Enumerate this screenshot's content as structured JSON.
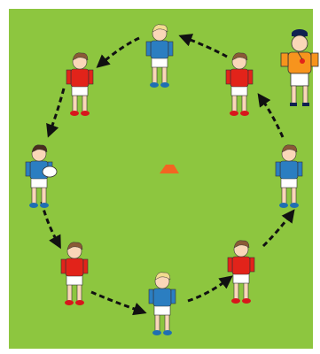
{
  "pitch": {
    "grass_color": "#8dc63f",
    "border_color": "#ffffff"
  },
  "centre_marker": {
    "icon": "cone-icon",
    "color": "#f26522"
  },
  "players": [
    {
      "id": "player-top-centre",
      "team": "blue",
      "pose": "standing",
      "hair": "#f2dc8f"
    },
    {
      "id": "player-top-left",
      "team": "red",
      "pose": "standing",
      "hair": "#8a5a36"
    },
    {
      "id": "player-top-right",
      "team": "red",
      "pose": "standing",
      "hair": "#8a5a36"
    },
    {
      "id": "player-left-runner",
      "team": "blue",
      "pose": "running-with-ball",
      "hair": "#4a2f1e"
    },
    {
      "id": "player-right",
      "team": "blue",
      "pose": "standing",
      "hair": "#8a5a36"
    },
    {
      "id": "player-lower-left",
      "team": "red",
      "pose": "standing",
      "hair": "#8a5a36"
    },
    {
      "id": "player-lower-right",
      "team": "red",
      "pose": "standing",
      "hair": "#8a5a36"
    },
    {
      "id": "player-bottom-centre",
      "team": "blue",
      "pose": "standing",
      "hair": "#f2dc8f"
    }
  ],
  "coach": {
    "icon": "coach-icon",
    "cap": "#0f2150",
    "shirt": "#f7941d",
    "whistle": "#e2231a"
  },
  "team_colors": {
    "red": "#e2231a",
    "blue": "#2b7ec1",
    "shorts": "#ffffff",
    "boots_red": "#d7161c",
    "boots_blue": "#1f6fb2"
  },
  "ball": {
    "icon": "rugby-ball-icon",
    "color": "#ffffff"
  },
  "pass_arrows": {
    "color": "#111111",
    "style": "dashed",
    "count": 8,
    "direction": "anticlockwise"
  }
}
